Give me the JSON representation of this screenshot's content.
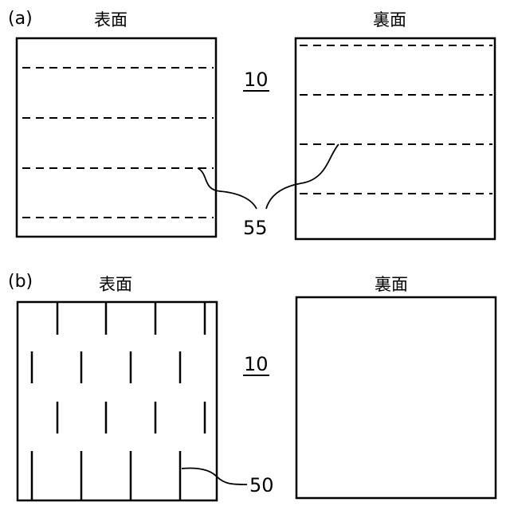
{
  "panels": [
    {
      "label": "(a)",
      "front_label": "表面",
      "back_label": "裏面",
      "ref_number": "10",
      "callout": "55",
      "front_dashed_lines": 4,
      "back_dashed_lines": 4
    },
    {
      "label": "(b)",
      "front_label": "表面",
      "back_label": "裏面",
      "ref_number": "10",
      "callout": "50",
      "front_slit_rows": 4,
      "back_blank": true
    }
  ],
  "colors": {
    "line": "#000000",
    "background": "#ffffff"
  }
}
